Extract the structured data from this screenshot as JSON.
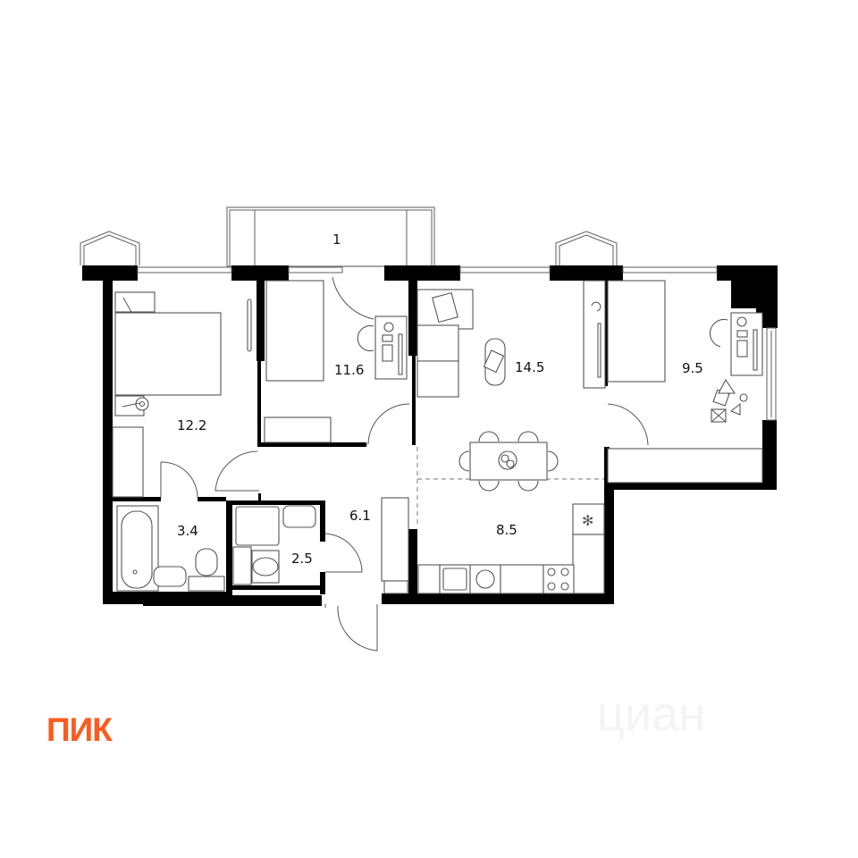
{
  "rooms": [
    {
      "id": "balcony",
      "area": "1"
    },
    {
      "id": "bedroom-1",
      "area": "12.2"
    },
    {
      "id": "bedroom-2",
      "area": "11.6"
    },
    {
      "id": "living-room",
      "area": "14.5"
    },
    {
      "id": "bedroom-3",
      "area": "9.5"
    },
    {
      "id": "kitchen",
      "area": "8.5"
    },
    {
      "id": "hallway",
      "area": "6.1"
    },
    {
      "id": "bathroom",
      "area": "3.4"
    },
    {
      "id": "toilet",
      "area": "2.5"
    }
  ],
  "brand": {
    "developer_logo": "ПИК",
    "developer_color": "#ff5a1f",
    "watermark": "циан"
  },
  "colors": {
    "wall": "#000000",
    "outline": "#6b6b6b",
    "background": "#ffffff"
  }
}
